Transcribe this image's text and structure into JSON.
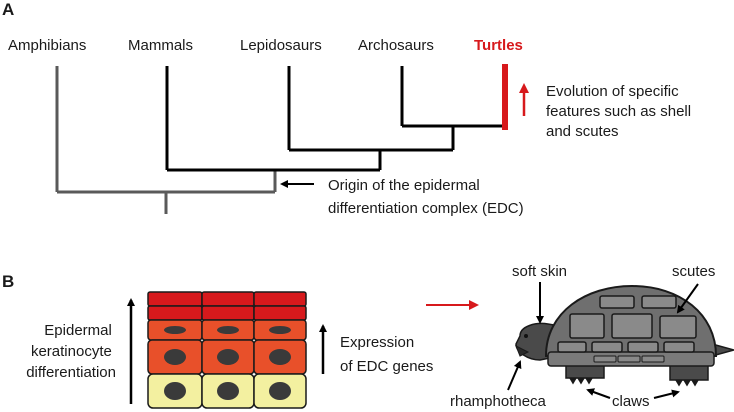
{
  "colors": {
    "accent_red": "#d7191c",
    "tree_dark": "#000000",
    "tree_gray": "#5a5a5a",
    "cell_top": "#d7191c",
    "cell_mid": "#e8502a",
    "cell_base": "#f3f0a0",
    "nucleus": "#3a3a3a",
    "turtle_shell": "#6f6f6f",
    "turtle_body": "#4a4a4a"
  },
  "panel_a": {
    "label": "A",
    "taxa": [
      "Amphibians",
      "Mammals",
      "Lepidosaurs",
      "Archosaurs",
      "Turtles"
    ],
    "highlight_taxon": "Turtles",
    "evolution_note": [
      "Evolution of specific",
      "features such as shell",
      "and scutes"
    ],
    "origin_note": [
      "Origin of  the epidermal",
      "differentiation complex (EDC)"
    ]
  },
  "panel_b": {
    "label": "B",
    "differentiation_label": [
      "Epidermal",
      "keratinocyte",
      "differentiation"
    ],
    "expression_label": [
      "Expression",
      "of  EDC genes"
    ],
    "turtle_labels": {
      "soft_skin": "soft skin",
      "scutes": "scutes",
      "rhamphotheca": "rhamphotheca",
      "claws": "claws"
    }
  }
}
